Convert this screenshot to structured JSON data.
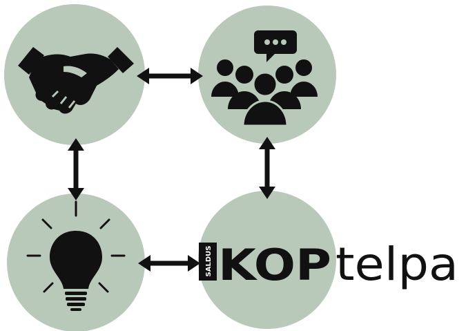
{
  "colors": {
    "circle_fill": "#b8c8b9",
    "ink": "#111111",
    "background": "#ffffff"
  },
  "nodes": [
    {
      "id": "partnership",
      "icon": "handshake-icon"
    },
    {
      "id": "community",
      "icon": "group-chat-icon"
    },
    {
      "id": "idea",
      "icon": "lightbulb-icon"
    },
    {
      "id": "organization",
      "icon": "logo"
    }
  ],
  "logo": {
    "vertical_text": "SALDUS",
    "main_text": "KOP",
    "suffix_text": "telpa"
  },
  "connections": [
    {
      "from": "partnership",
      "to": "community",
      "style": "double-arrow"
    },
    {
      "from": "partnership",
      "to": "idea",
      "style": "double-arrow"
    },
    {
      "from": "community",
      "to": "organization",
      "style": "double-arrow"
    },
    {
      "from": "idea",
      "to": "organization",
      "style": "double-arrow"
    }
  ]
}
